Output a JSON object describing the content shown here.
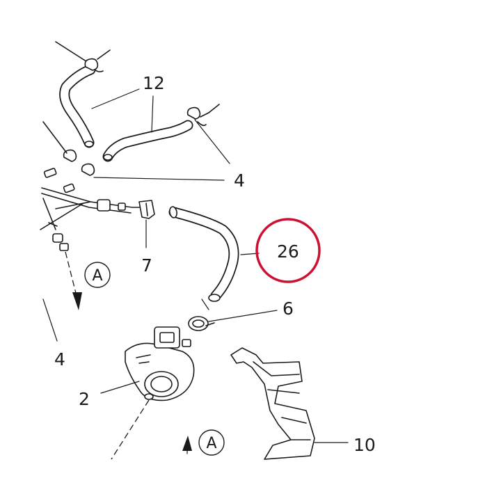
{
  "callouts": {
    "hose_upper": "12",
    "clip_right": "4",
    "clip_left": "4",
    "bracket": "7",
    "hose_highlighted": "26",
    "clamp": "6",
    "valve": "2",
    "duct": "10",
    "view_ref_top": "A",
    "view_ref_bottom": "A"
  },
  "colors": {
    "highlight_ring": "#cc1133",
    "line": "#1a1a1a"
  }
}
